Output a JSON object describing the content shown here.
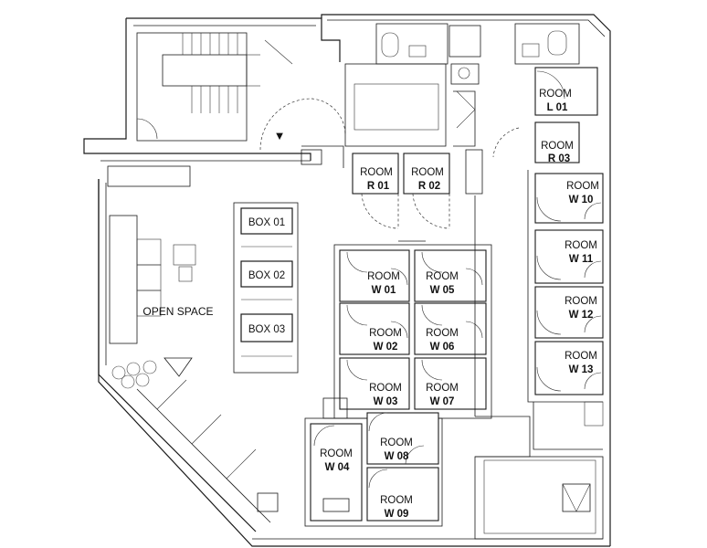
{
  "floor_plan": {
    "open_space_label": "OPEN SPACE",
    "boxes": [
      "BOX 01",
      "BOX 02",
      "BOX 03"
    ],
    "room_word": "ROOM",
    "rooms": {
      "L01": "L 01",
      "R01": "R 01",
      "R02": "R 02",
      "R03": "R 03",
      "W01": "W 01",
      "W02": "W 02",
      "W03": "W 03",
      "W04": "W 04",
      "W05": "W 05",
      "W06": "W 06",
      "W07": "W 07",
      "W08": "W 08",
      "W09": "W 09",
      "W10": "W 10",
      "W11": "W 11",
      "W12": "W 12",
      "W13": "W 13"
    },
    "entrance_marker": "▼"
  }
}
